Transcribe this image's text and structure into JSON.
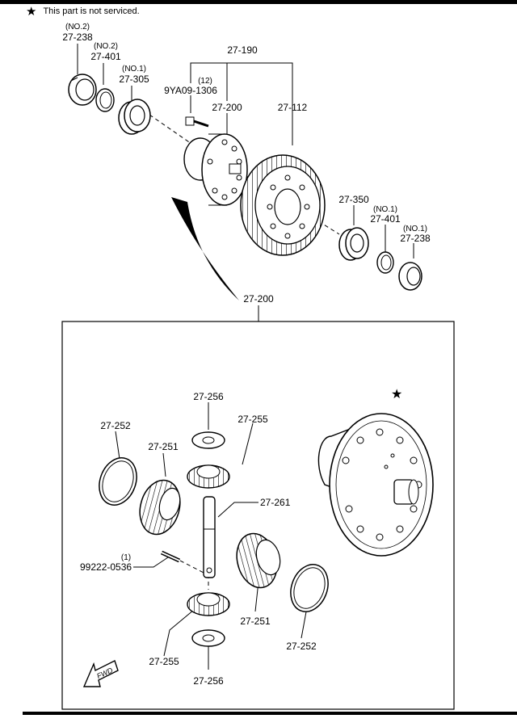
{
  "header": {
    "note_symbol": "★",
    "note_text": "This part is not serviced."
  },
  "callouts": {
    "top": [
      {
        "sub": "(NO.2)",
        "code": "27-238"
      },
      {
        "sub": "(NO.2)",
        "code": "27-401"
      },
      {
        "sub": "(NO.1)",
        "code": "27-305"
      },
      {
        "code": "27-190"
      },
      {
        "sub": "(12)",
        "code": "9YA09-1306"
      },
      {
        "code": "27-200"
      },
      {
        "code": "27-112"
      },
      {
        "code": "27-350"
      },
      {
        "sub": "(NO.1)",
        "code": "27-401"
      },
      {
        "sub": "(NO.1)",
        "code": "27-238"
      }
    ],
    "box_title": "27-200",
    "inner": [
      {
        "code": "27-256"
      },
      {
        "code": "27-252"
      },
      {
        "code": "27-255"
      },
      {
        "code": "27-251"
      },
      {
        "code": "27-261"
      },
      {
        "sub": "(1)",
        "code": "99222-0536"
      },
      {
        "code": "27-251"
      },
      {
        "code": "27-252"
      },
      {
        "code": "27-255"
      },
      {
        "code": "27-256"
      }
    ],
    "star_symbol": "★",
    "fwd_label": "FWD"
  }
}
